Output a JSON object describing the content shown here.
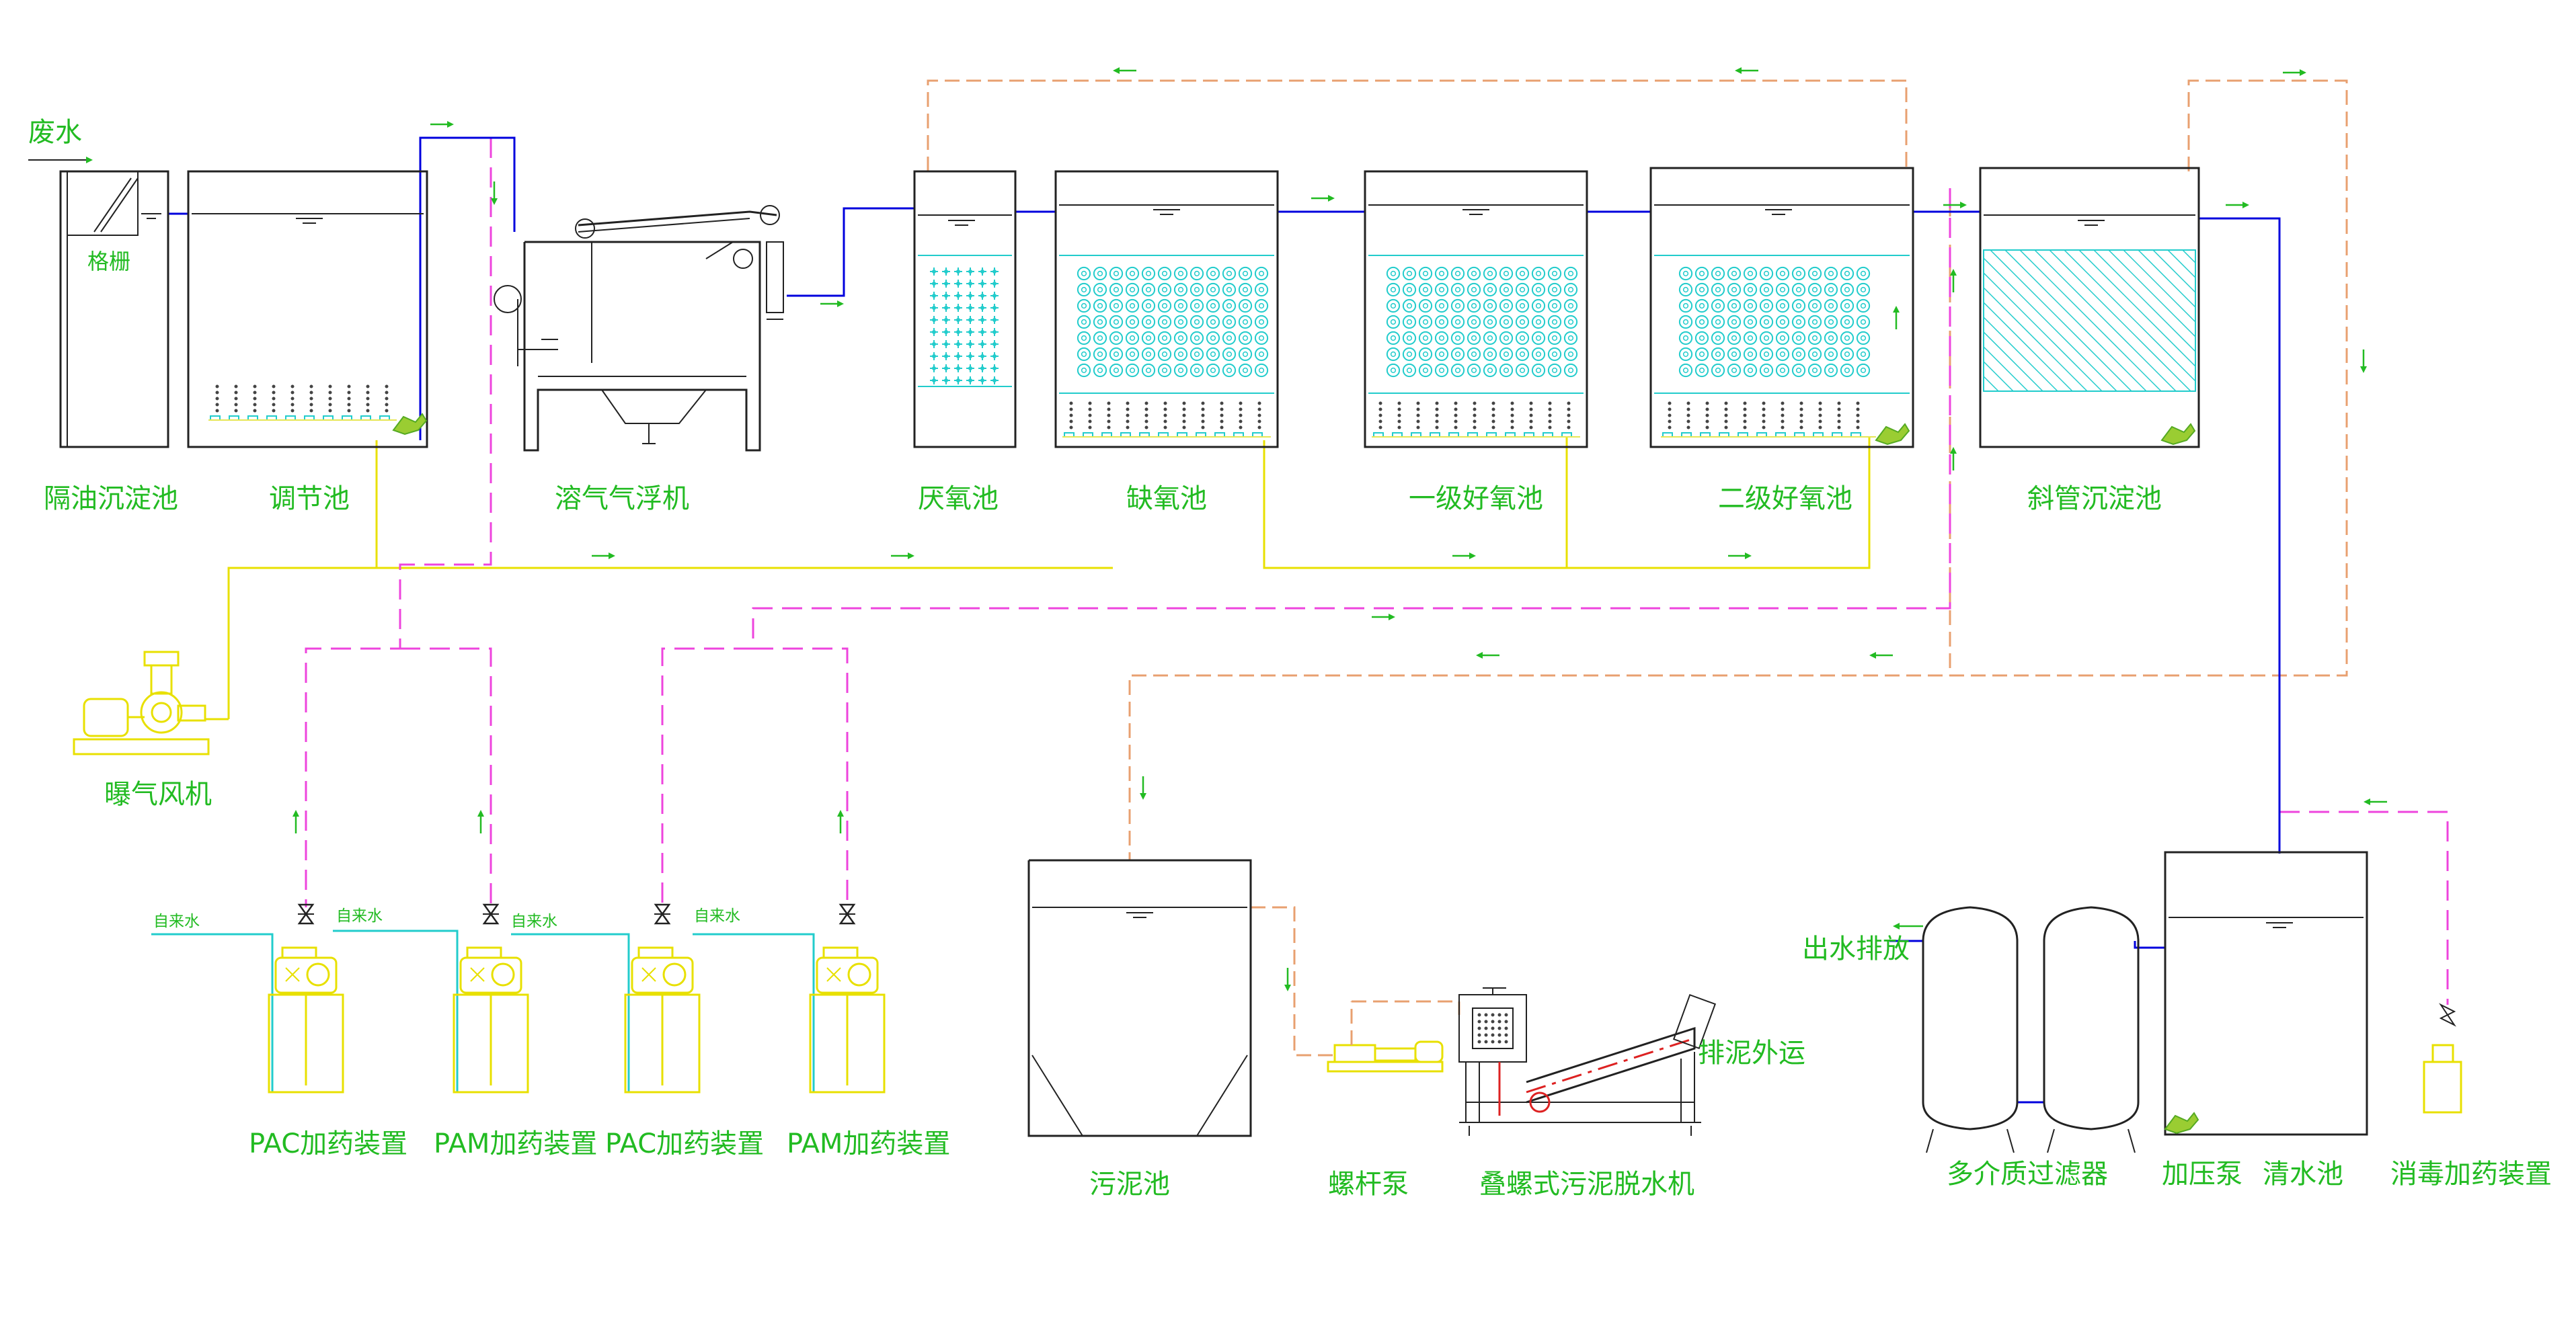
{
  "inlet": {
    "wastewater": "废水",
    "screen": "格栅"
  },
  "units": [
    {
      "id": "grease",
      "label": "隔油沉淀池"
    },
    {
      "id": "equal",
      "label": "调节池"
    },
    {
      "id": "daf",
      "label": "溶气气浮机"
    },
    {
      "id": "anaerobic",
      "label": "厌氧池"
    },
    {
      "id": "anoxic",
      "label": "缺氧池"
    },
    {
      "id": "aerobic1",
      "label": "一级好氧池"
    },
    {
      "id": "aerobic2",
      "label": "二级好氧池"
    },
    {
      "id": "lamella",
      "label": "斜管沉淀池"
    },
    {
      "id": "blower",
      "label": "曝气风机"
    },
    {
      "id": "sludge_tank",
      "label": "污泥池"
    },
    {
      "id": "screw_pump",
      "label": "螺杆泵"
    },
    {
      "id": "dewater",
      "label": "叠螺式污泥脱水机"
    },
    {
      "id": "filter",
      "label": "多介质过滤器"
    },
    {
      "id": "booster",
      "label": "加压泵"
    },
    {
      "id": "clear",
      "label": "清水池"
    },
    {
      "id": "disinfect",
      "label": "消毒加药装置"
    }
  ],
  "dosing": [
    {
      "label": "PAC加药装置",
      "tap": "自来水"
    },
    {
      "label": "PAM加药装置",
      "tap": "自来水"
    },
    {
      "label": "PAC加药装置",
      "tap": "自来水"
    },
    {
      "label": "PAM加药装置",
      "tap": "自来水"
    }
  ],
  "outputs": {
    "sludge_out": "排泥外运",
    "effluent": "出水排放"
  },
  "colors": {
    "label": "#22bb22",
    "tank": "#222222",
    "water_line": "#0000dd",
    "air_line": "#e6e655",
    "sludge_line": "#e8a070",
    "chemical_line": "#ee44dd",
    "tap_water": "#22cccc",
    "media": "#22cccc",
    "equipment": "#e8e000"
  }
}
